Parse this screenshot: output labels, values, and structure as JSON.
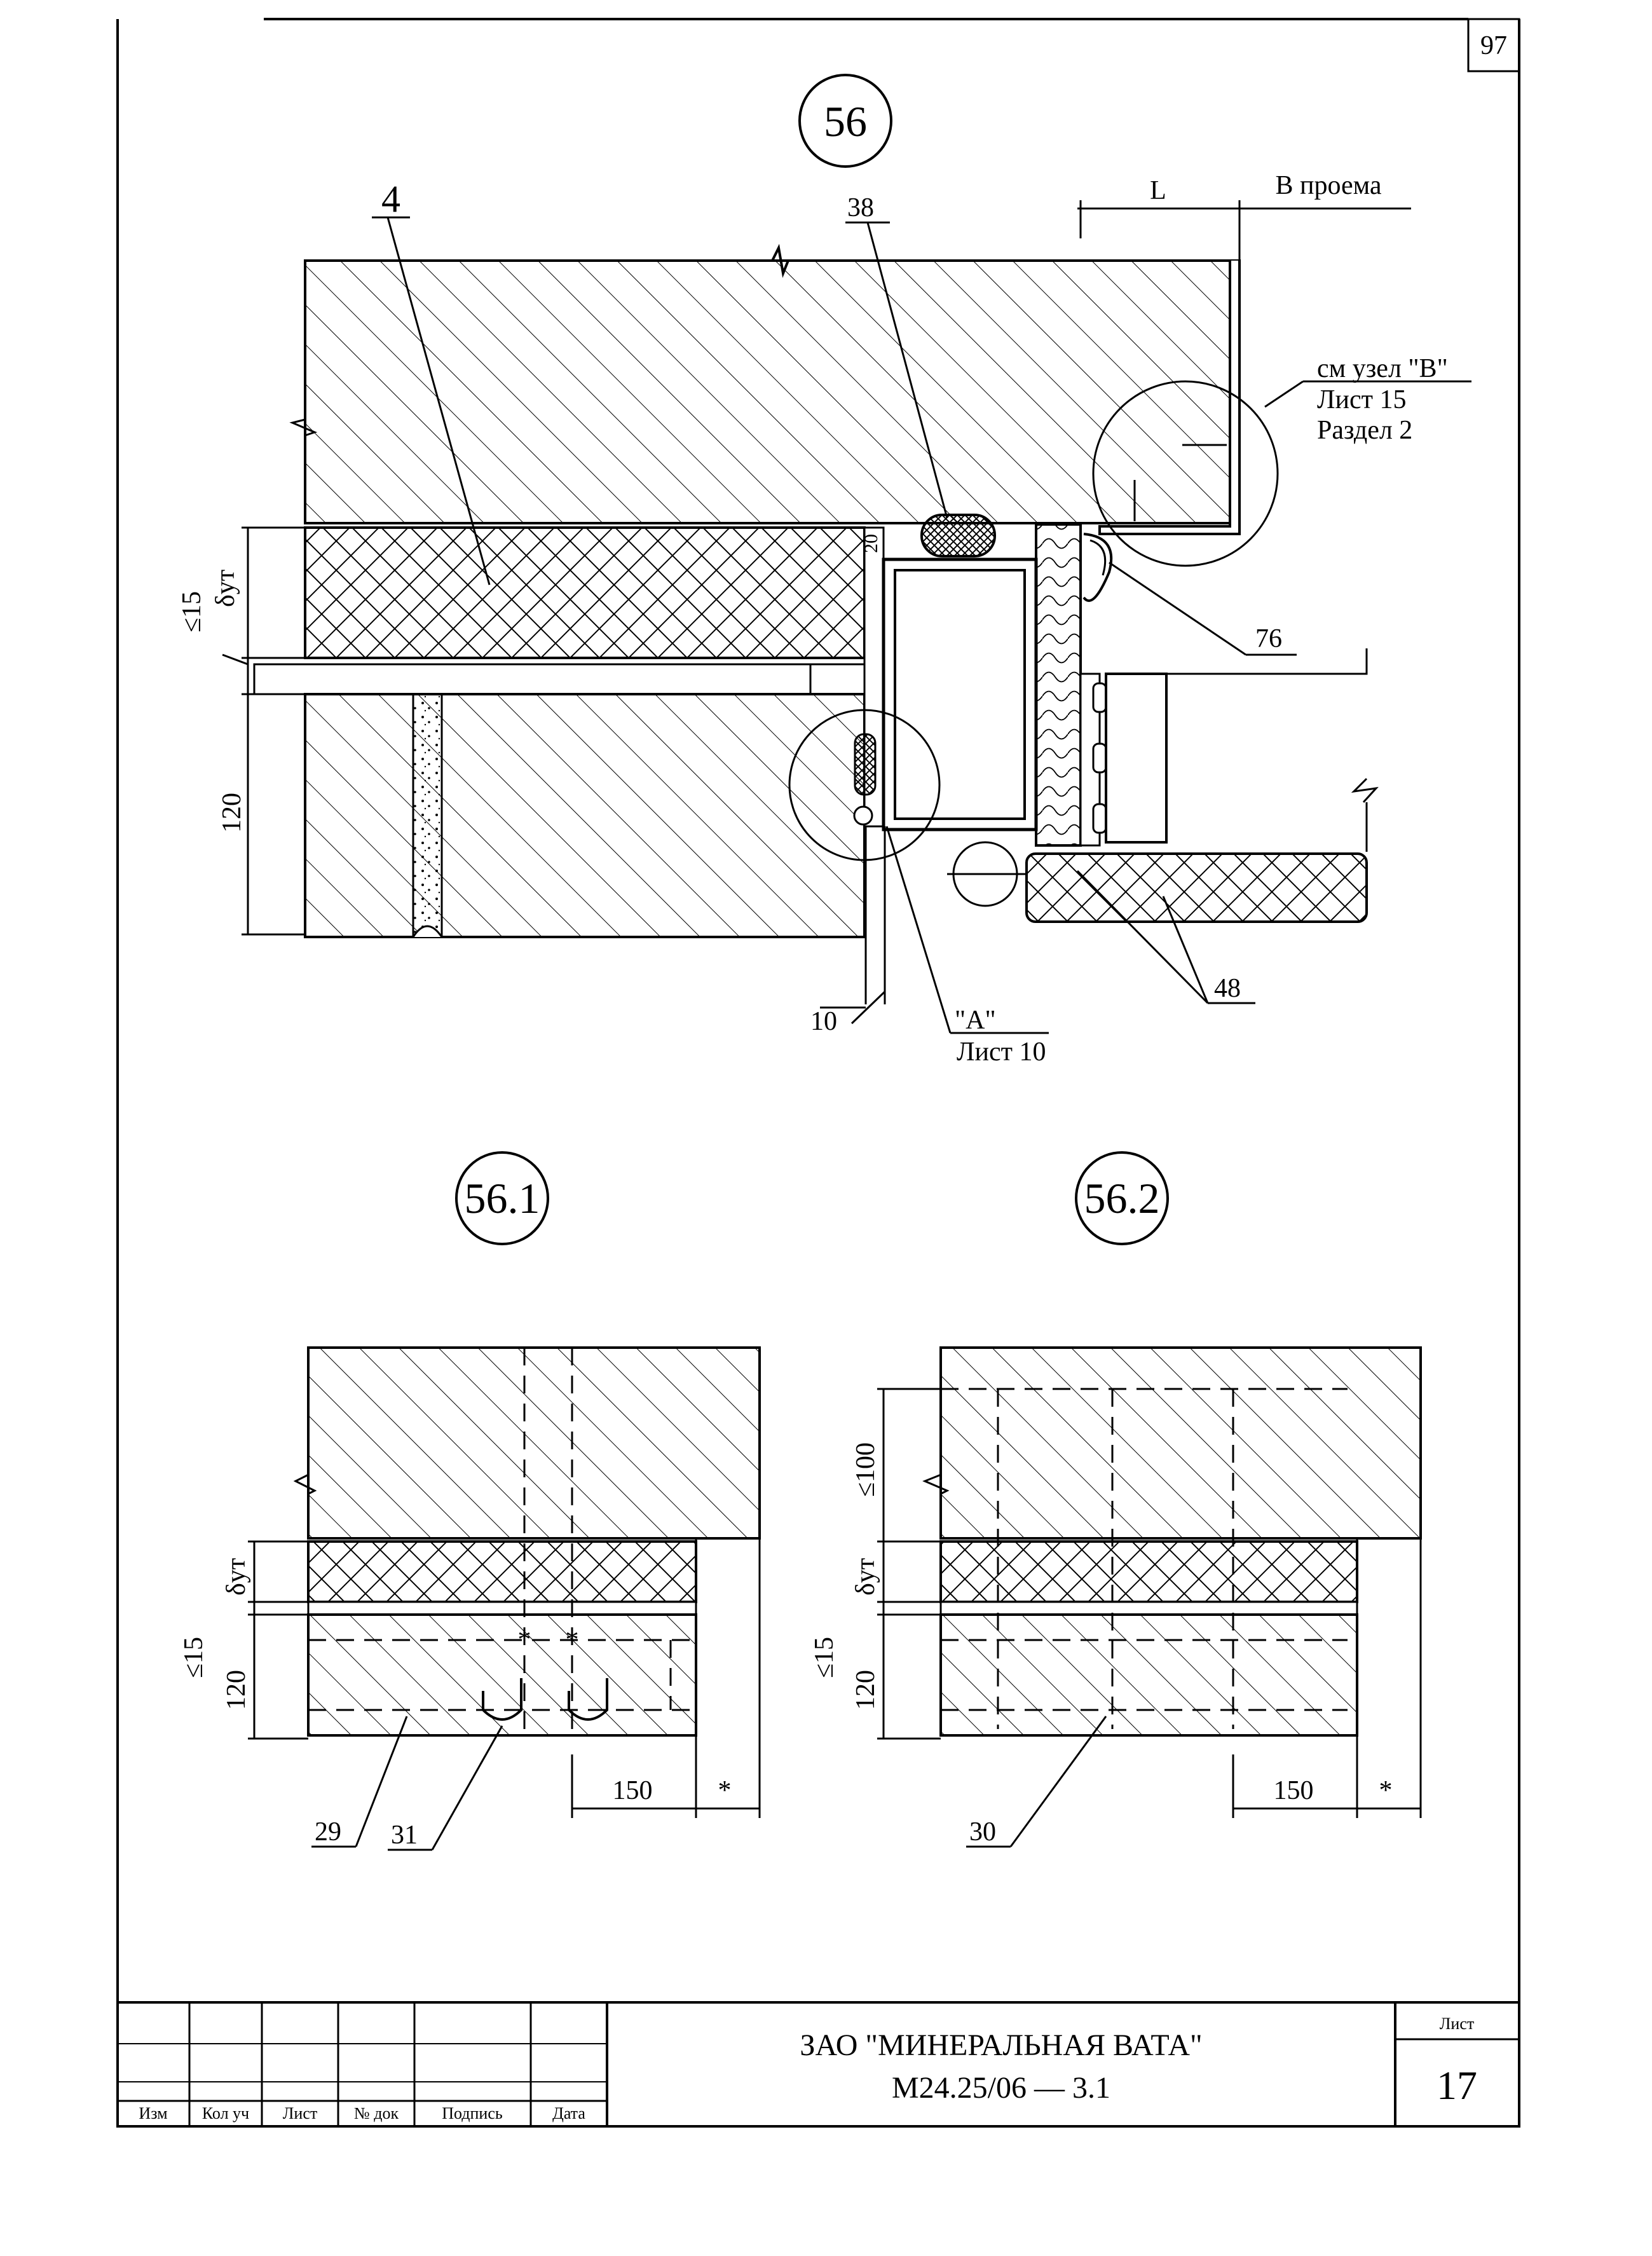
{
  "sheet": {
    "corner_number": "97"
  },
  "detail_main": {
    "marker": "56",
    "label_4": "4",
    "label_38": "38",
    "label_L": "L",
    "label_opening": "В проема",
    "note_line1": "см  узел \"В\"",
    "note_line2": "Лист 15",
    "note_line3": "Раздел 2",
    "dim_20": "20",
    "label_76": "76",
    "dim_le15": "≤15",
    "dim_delta": "δут",
    "dim_120": "120",
    "dim_10": "10",
    "ref_A": "\"А\"",
    "ref_A_sheet": "Лист 10",
    "label_48": "48"
  },
  "detail_1": {
    "marker": "56.1",
    "dim_delta": "δут",
    "dim_le15": "≤15",
    "dim_120": "120",
    "dim_150": "150",
    "dim_star": "*",
    "label_29": "29",
    "label_31": "31"
  },
  "detail_2": {
    "marker": "56.2",
    "dim_le100": "≤100",
    "dim_delta": "δут",
    "dim_le15": "≤15",
    "dim_120": "120",
    "dim_150": "150",
    "dim_star": "*",
    "label_30": "30"
  },
  "title_block": {
    "col_izm": "Изм",
    "col_kolvo": "Кол уч",
    "col_list": "Лист",
    "col_ndok": "№ док",
    "col_podpis": "Подпись",
    "col_data": "Дата",
    "company": "ЗАО \"МИНЕРАЛЬНАЯ ВАТА\"",
    "document_code": "М24.25/06  —  3.1",
    "sheet_label": "Лист",
    "sheet_number": "17"
  }
}
